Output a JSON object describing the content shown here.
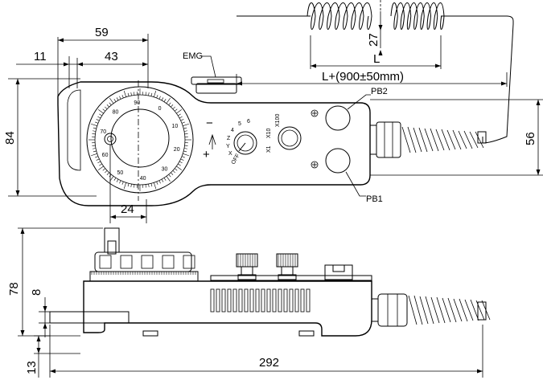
{
  "dimensions": {
    "width_total": "59",
    "offset_left": "11",
    "width_inner": "43",
    "height_body": "84",
    "handwheel_offset": "24",
    "coil_pitch": "27",
    "cable_length_symbol": "L",
    "cable_length_full": "L+(900±50mm)",
    "connector_height": "56",
    "side_height": "78",
    "flange_thickness": "8",
    "bottom_height": "13",
    "total_length": "292"
  },
  "labels": {
    "emg": "EMG",
    "pb1": "PB1",
    "pb2": "PB2",
    "minus": "−",
    "plus": "+",
    "emg_badge": "",
    "axis_labels": [
      "X",
      "Y",
      "Z",
      "4",
      "5",
      "6",
      "OFF"
    ],
    "mult_labels": [
      "X1",
      "X10",
      "X100"
    ]
  },
  "dial": {
    "numbers": [
      "0",
      "10",
      "20",
      "30",
      "40",
      "50",
      "60",
      "70",
      "80",
      "90"
    ]
  }
}
